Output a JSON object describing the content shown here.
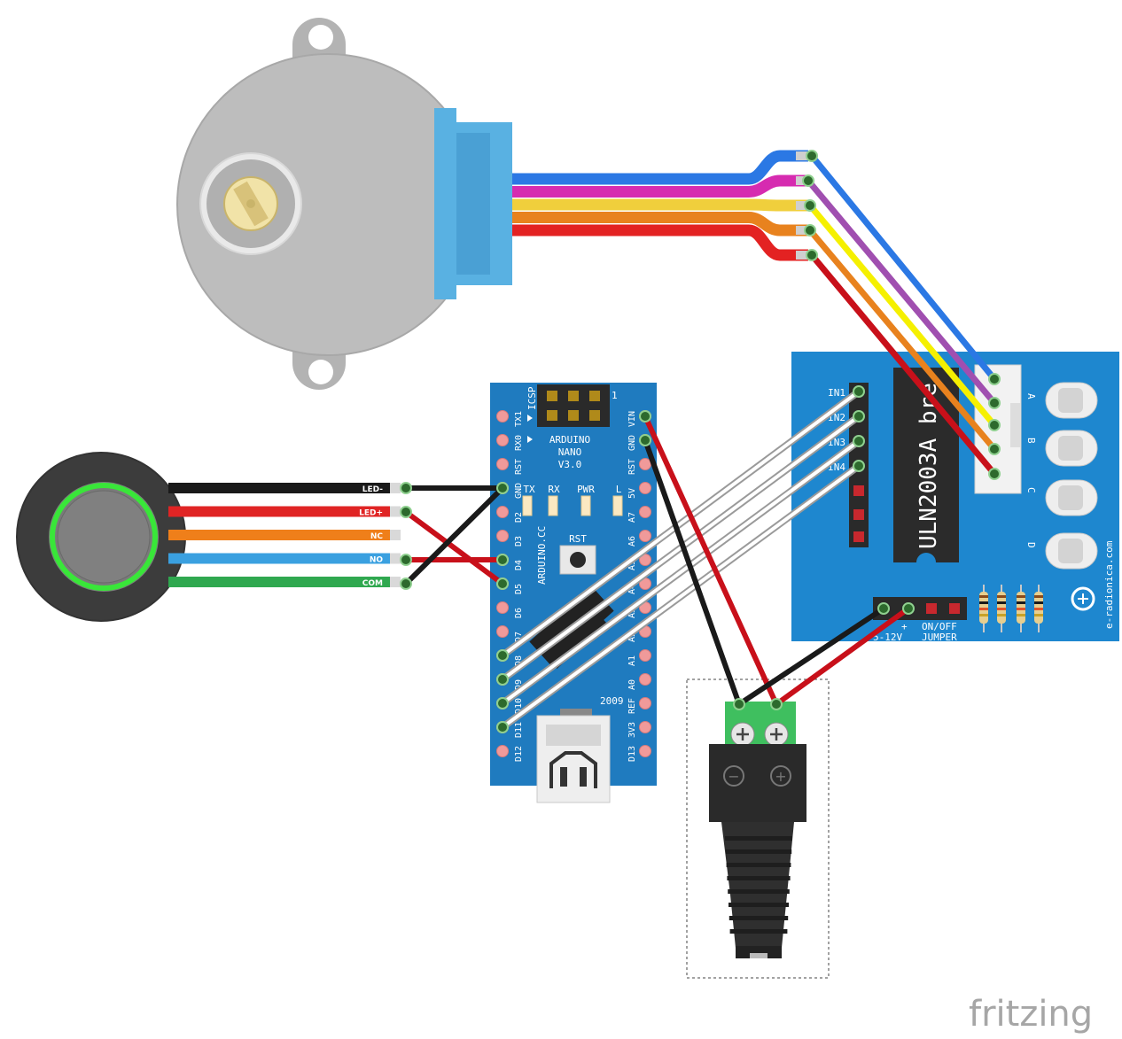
{
  "motor_wire_colors": [
    "#2b78e4",
    "#d62bb0",
    "#f0cf3c",
    "#e8821e",
    "#e32222"
  ],
  "button": {
    "wire_labels": [
      "LED-",
      "LED+",
      "NC",
      "NO",
      "COM"
    ],
    "wire_colors": [
      "#1a1a1a",
      "#e02424",
      "#ef7f1a",
      "#3aa0e0",
      "#2fa84f"
    ],
    "ring_color": "#39e639"
  },
  "arduino": {
    "title_line1": "ARDUINO",
    "title_line2": "NANO",
    "title_line3": "V3.0",
    "icsp": "ICSP",
    "pin1_mark": "1",
    "site": "ARDUINO.CC",
    "year": "2009",
    "rst_label": "RST",
    "led_labels": [
      "TX",
      "RX",
      "PWR",
      "L"
    ],
    "left_pins": [
      "TX1",
      "RX0",
      "RST",
      "GND",
      "D2",
      "D3",
      "D4",
      "D5",
      "D6",
      "D7",
      "D8",
      "D9",
      "D10",
      "D11",
      "D12"
    ],
    "right_pins": [
      "VIN",
      "GND",
      "RST",
      "5V",
      "A7",
      "A6",
      "A5",
      "A4",
      "A3",
      "A2",
      "A1",
      "A0",
      "REF",
      "3V3",
      "D13"
    ],
    "board_color": "#1f7bbf"
  },
  "driver": {
    "chip": "ULN2003A",
    "chip_suffix": "bre",
    "inputs": [
      "IN1",
      "IN2",
      "IN3",
      "IN4"
    ],
    "phases": [
      "A",
      "B",
      "C",
      "D"
    ],
    "power_minus": "-",
    "power_plus": "+",
    "voltage": "5-12V",
    "jumper_line1": "ON/OFF",
    "jumper_line2": "JUMPER",
    "site": "e-radionica.com",
    "board_color": "#1e87cf",
    "output_wire_colors": [
      "#2b78e4",
      "#a04fb0",
      "#f5f000",
      "#e8821e",
      "#c8101a"
    ]
  },
  "barrel_jack": {
    "minus": "−",
    "plus": "+",
    "terminal_color": "#3fbf5f"
  },
  "brand": "fritzing"
}
